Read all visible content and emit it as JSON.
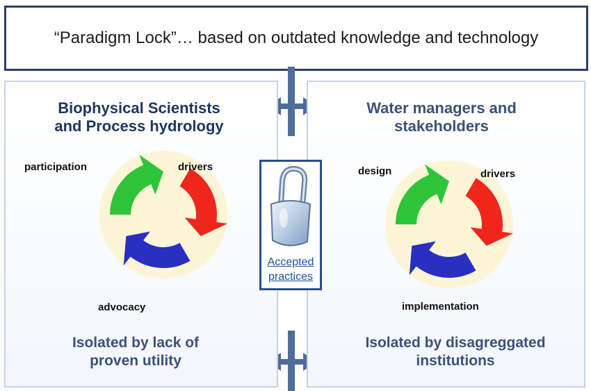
{
  "title": "“Paradigm Lock”… based on outdated knowledge and technology",
  "left_panel": {
    "heading_line1": "Biophysical Scientists",
    "heading_line2": "and Process hydrology",
    "cycle": {
      "label_top_left": "participation",
      "label_top_right": "drivers",
      "label_bottom": "advocacy"
    },
    "footer_line1": "Isolated by lack of",
    "footer_line2": "proven utility"
  },
  "right_panel": {
    "heading_line1": "Water managers and",
    "heading_line2": "stakeholders",
    "cycle": {
      "label_top_left": "design",
      "label_top_right": "drivers",
      "label_bottom": "implementation"
    },
    "footer_line1": "Isolated by disagreggated",
    "footer_line2": "institutions"
  },
  "center": {
    "caption_line1": "Accepted",
    "caption_line2": "practices",
    "icon": "padlock-icon"
  },
  "colors": {
    "title_border": "#2a3f66",
    "heading": "#1e3660",
    "connector": "#4f6d99",
    "arrow_red": "#f0261c",
    "arrow_green": "#2ec43a",
    "arrow_blue": "#2a2fc0",
    "glow": "#fbf3cf",
    "caption": "#1f4fa3"
  }
}
